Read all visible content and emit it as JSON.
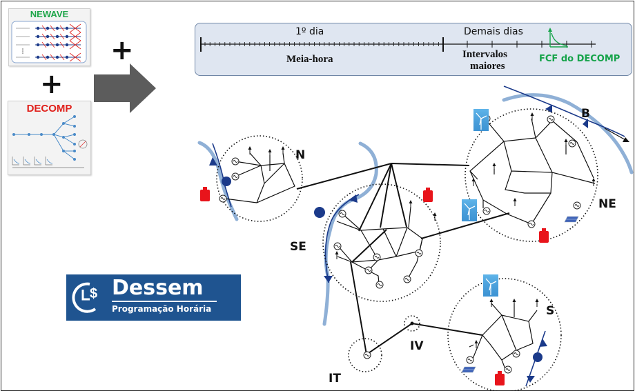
{
  "cards": {
    "newave_title": "NEWAVE",
    "decomp_title": "DECOMP"
  },
  "timeline": {
    "first_day": "1º dia",
    "first_interval": "Meia-hora",
    "other_days": "Demais dias",
    "other_interval_1": "Intervalos",
    "other_interval_2": "maiores",
    "fcf": "FCF do DECOMP"
  },
  "logo": {
    "name": "Dessem",
    "subtitle": "Programação Horária"
  },
  "regions": {
    "n": "N",
    "se": "SE",
    "ne": "NE",
    "s": "S",
    "b": "B",
    "it": "IT",
    "iv": "IV"
  },
  "colors": {
    "newave_green": "#1fa64a",
    "decomp_red": "#e0201b",
    "fcf_green": "#16a34a",
    "logo_blue": "#1f5490",
    "river_blue": "#8fb0d6",
    "flow_blue": "#1b3a8a",
    "thermal_red": "#e8141b"
  }
}
